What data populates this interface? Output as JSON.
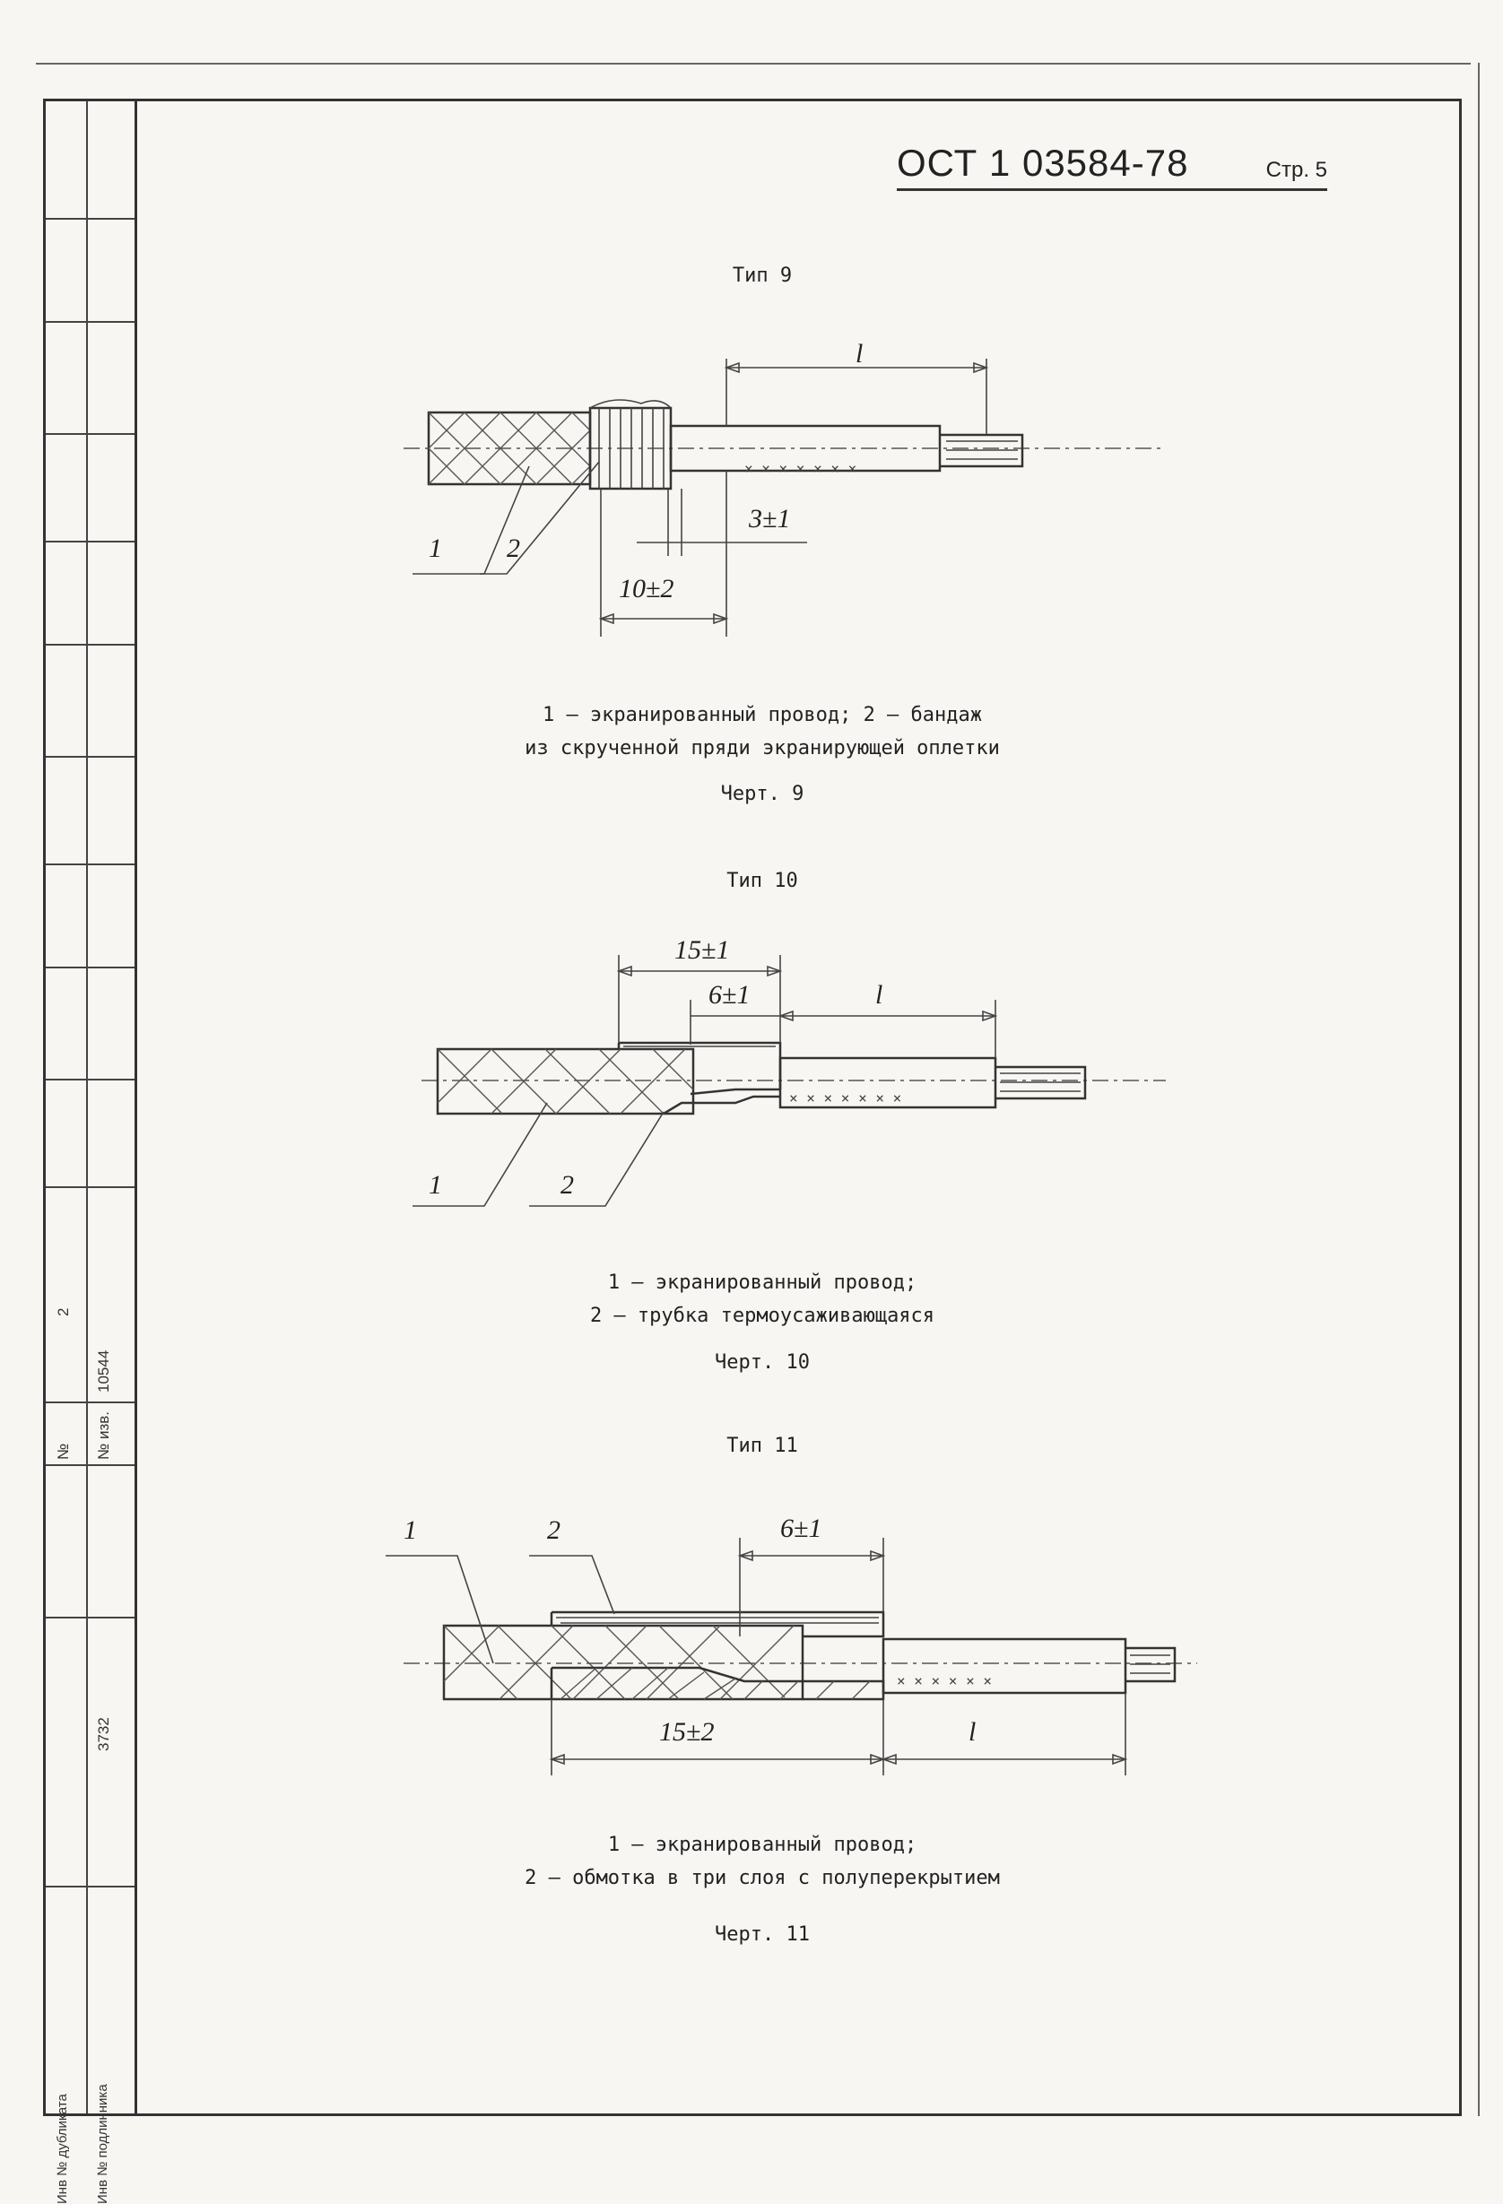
{
  "header": {
    "code": "ОСТ 1 03584-78",
    "page": "Стр. 5"
  },
  "side_strip": {
    "rev_no": "2",
    "doc_no": "10544",
    "label_no": "№",
    "label_izv": "№ изв.",
    "inv_value": "3732",
    "label_inv_dubl": "Инв № дубликата",
    "label_inv_podl": "Инв № подлинника"
  },
  "figures": [
    {
      "type_title": "Тип 9",
      "labels": {
        "l": "l",
        "n1": "1",
        "n2": "2",
        "dim_a": "3±1",
        "dim_b": "10±2"
      },
      "caption_line1": "1 — экранированный провод; 2 — бандаж",
      "caption_line2": "из скрученной пряди экранирующей оплетки",
      "chert": "Черт. 9"
    },
    {
      "type_title": "Тип 10",
      "labels": {
        "l": "l",
        "n1": "1",
        "n2": "2",
        "dim_a": "15±1",
        "dim_b": "6±1"
      },
      "caption_line1": "1 — экранированный провод;",
      "caption_line2": "2 — трубка термоусаживающаяся",
      "chert": "Черт. 10"
    },
    {
      "type_title": "Тип 11",
      "labels": {
        "l": "l",
        "n1": "1",
        "n2": "2",
        "dim_a": "6±1",
        "dim_b": "15±2"
      },
      "caption_line1": "1 — экранированный провод;",
      "caption_line2": "2 — обмотка в три слоя с полуперекрытием",
      "chert": "Черт. 11"
    }
  ]
}
